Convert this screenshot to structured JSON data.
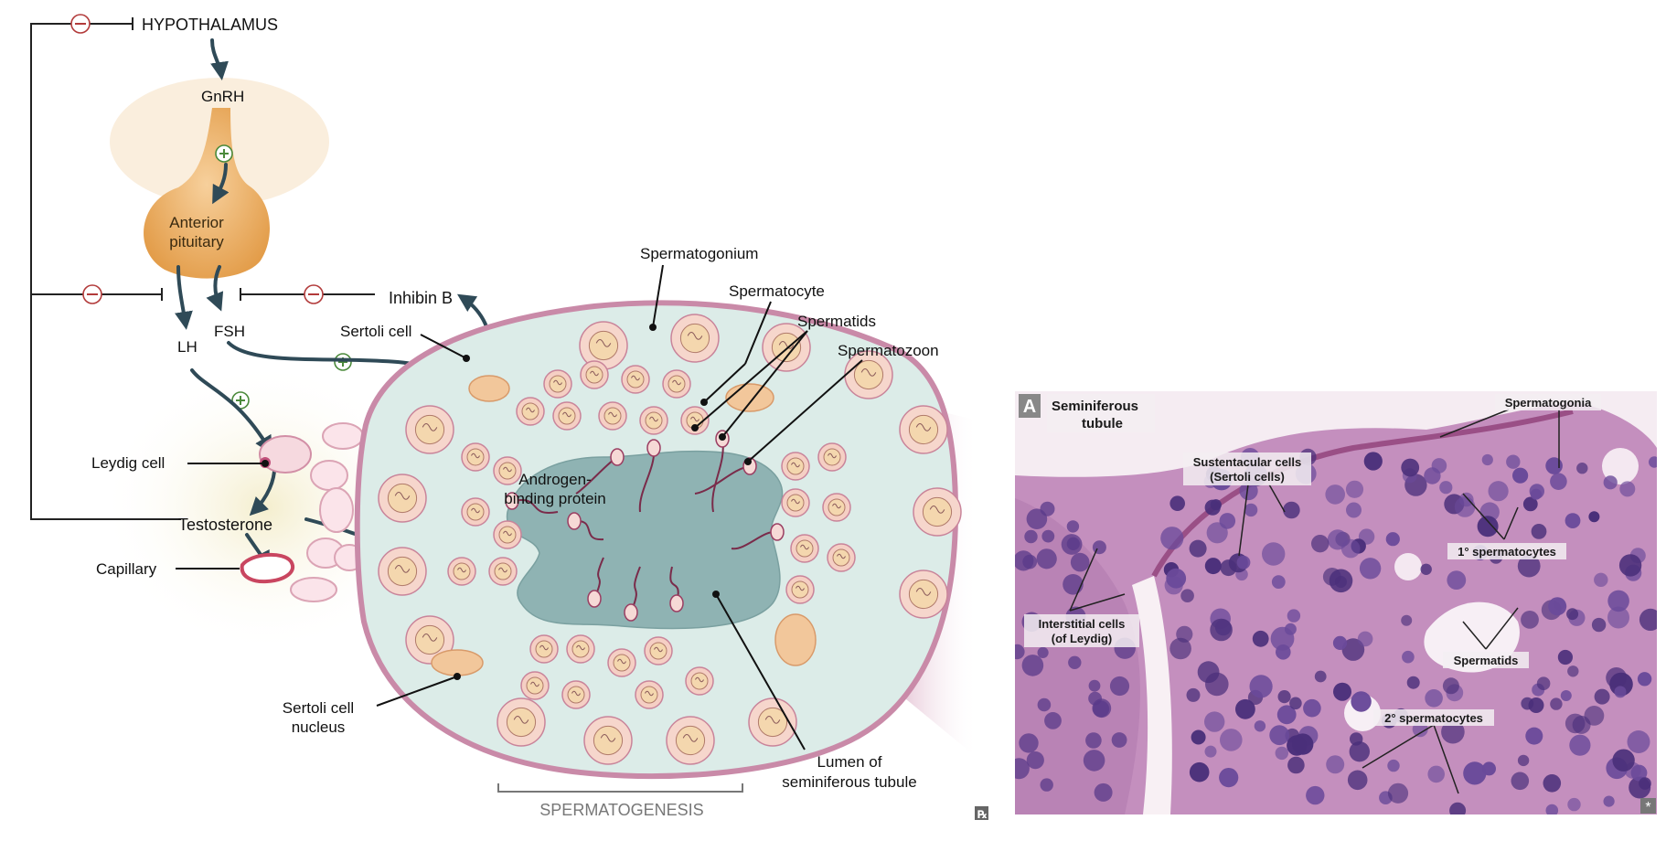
{
  "left_diagram": {
    "hypothalamus": "HYPOTHALAMUS",
    "gnrh": "GnRH",
    "anterior_pituitary": [
      "Anterior",
      "pituitary"
    ],
    "lh": "LH",
    "fsh": "FSH",
    "inhibin_b": "Inhibin B",
    "sertoli_cell": "Sertoli cell",
    "leydig_cell": "Leydig cell",
    "testosterone": "Testosterone",
    "capillary": "Capillary",
    "sertoli_cell_nucleus": [
      "Sertoli cell",
      "nucleus"
    ],
    "androgen_binding_protein": [
      "Androgen-",
      "binding protein"
    ],
    "spermatogonium": "Spermatogonium",
    "spermatocyte": "Spermatocyte",
    "spermatids": "Spermatids",
    "spermatozoon": "Spermatozoon",
    "lumen": [
      "Lumen of",
      "seminiferous tubule"
    ],
    "spermatogenesis": "SPERMATOGENESIS",
    "symbols": {
      "minus": "−",
      "plus": "+"
    },
    "corner_icon": "rx-icon"
  },
  "right_micrograph": {
    "panel_letter": "A",
    "title": [
      "Seminiferous",
      "tubule"
    ],
    "sustentacular": [
      "Sustentacular cells",
      "(Sertoli cells)"
    ],
    "spermatogonia": "Spermatogonia",
    "primary_spermatocytes": "1° spermatocytes",
    "interstitial": [
      "Interstitial cells",
      "(of Leydig)"
    ],
    "spermatids": "Spermatids",
    "secondary_spermatocytes": "2° spermatocytes",
    "corner_icon": "asterisk-icon"
  },
  "colors": {
    "arrow": "#2f4a57",
    "pituitary": "#e8a95a",
    "tubule_wall": "#c98aa8",
    "tubule_fill": "#dcece8",
    "lumen": "#8fb3b3",
    "cell_fill": "#f5cfc4",
    "nucleus_fill": "#f4d7ae",
    "minus_red": "#b23a3a",
    "plus_green": "#4b8a3b",
    "histology_bg": "#c48fbe",
    "histology_nuclei": "#4a2f7a"
  }
}
